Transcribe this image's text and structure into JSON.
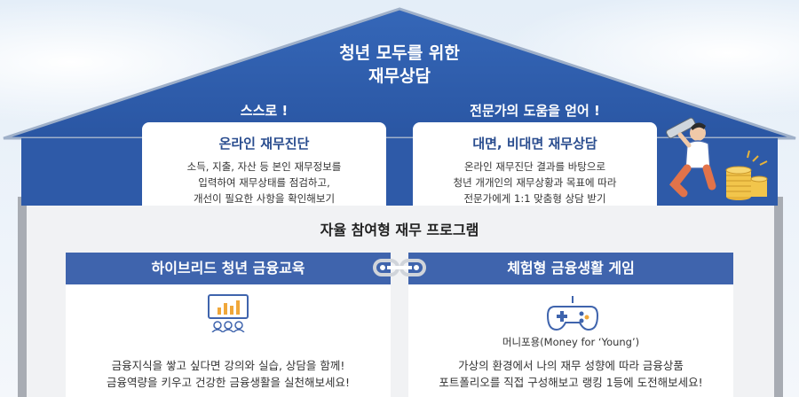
{
  "roof": {
    "title_line1": "청년 모두를 위한",
    "title_line2": "재무상담"
  },
  "sections": [
    {
      "label": "스스로 !",
      "card_title": "온라인 재무진단",
      "lines": [
        "소득, 지출, 자산 등 본인 재무정보를",
        "입력하여 재무상태를 점검하고,",
        "개선이 필요한 사항을 확인해보기"
      ]
    },
    {
      "label": "전문가의 도움을 얻어 !",
      "card_title": "대면, 비대면 재무상담",
      "lines": [
        "온라인 재무진단 결과를 바탕으로",
        "청년 개개인의 재무상황과 목표에 따라",
        "전문가에게 1:1 맞춤형 상담 받기"
      ]
    }
  ],
  "program": {
    "title": "자율 참여형 재무 프로그램",
    "left": {
      "title": "하이브리드 청년 금융교육",
      "lines": [
        "금융지식을 쌓고 싶다면 강의와 실습, 상담을 함께!",
        "금융역량을 키우고 건강한 금융생활을 실천해보세요!"
      ]
    },
    "right": {
      "title": "체험형 금융생활 게임",
      "caption": "머니포용(Money for ‘Young’)",
      "lines": [
        "가상의 환경에서 나의 재무 성향에 따라 금융상품",
        "포트폴리오를 직접 구성해보고 랭킹 1등에 도전해보세요!"
      ]
    }
  },
  "colors": {
    "roof_blue": "#2e5aa8",
    "bar_blue": "#3f64ad",
    "card_title": "#2a4d8f",
    "wall_gray": "#a8acb3",
    "inner_bg": "#f1f2f4"
  },
  "icons": [
    "presentation-chart-icon",
    "game-controller-icon",
    "person-with-telescope-icon",
    "coin-stack-icon",
    "chain-link-icon"
  ]
}
